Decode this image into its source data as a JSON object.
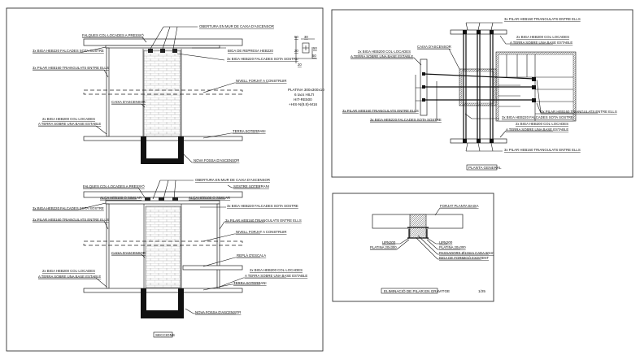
{
  "sections_view": {
    "title": "SECCIONS",
    "top": {
      "opening": "OBERTURA EN MUR DE CAIXA D'ASCENSOR",
      "wedges": "FALQUES COL·LOCADES A PRESSIÓ",
      "beam_left": "3x BIGA HEB220 FALCADES SOTA SOSTRE",
      "support_beam": "BIGA DE REPRESA HEB220",
      "beam_right": "3x BIGA HEB220 FALCADES SOTA SOSTRE",
      "pillar_left": "3x PILAR HEB160 TRIANGULATS ENTRE ELLS",
      "floor_level": "NIVELL FORJAT A CONSTRUIR",
      "shaft": "CAIXA D'ASCENSOR",
      "base_beam_1": "2x BIGA HEB200 COL·LOCADES",
      "base_beam_2": "A TERRA SOBRE UNA BASE ESTABLE",
      "ground": "TERRA SOTERRANI",
      "pit": "NOVA FOSSA D'ASCENSOR",
      "detail": {
        "plate": "PLATINA 300x300x10",
        "anchors": "6 tacs HILTI",
        "resin": "HIT-RE500",
        "bolts": "+HIS-N(8.8)-M16",
        "dims": [
          "50",
          "30",
          "50",
          "20",
          "50",
          "20"
        ]
      }
    },
    "bottom": {
      "opening": "OBERTURA EN MUR DE CAIXA D'ASCENSOR",
      "ceiling": "SOSTRE SOTERRANI",
      "wedges": "FALQUES COL·LOCADES A PRESSIÓ",
      "lift_left": "ALÇA HEB100 O SIMILAR",
      "lift_right": "ALÇA HEB100 O SIMILAR",
      "beam_left": "3x BIGA HEB220 FALCADES SOTA SOSTRE",
      "beam_right": "3x BIGA HEB220 FALCADES SOTA SOSTRE",
      "pillar_left": "3x PILAR HEB160 TRIANGULATS ENTRE ELLS",
      "pillar_right": "3x PILAR HEB160 TRIANGULATS ENTRE ELLS",
      "floor_level": "NIVELL FORJAT A CONSTRUIR",
      "shaft": "CAIXA D'ASCENSOR",
      "landing": "REPLÀ D'ESCALA",
      "base_left_1": "2x BIGA HEB200 COL·LOCADES",
      "base_left_2": "A TERRA SOBRE UNA BASE ESTABLE",
      "base_right_1": "2x BIGA HEB200 COL·LOCADES",
      "base_right_2": "A TERRA SOBRE UNA BASE ESTABLE",
      "ground": "TERRA SOTERRANI",
      "pit": "NOVA FOSSA D'ASCENSOR"
    }
  },
  "plan_view": {
    "title": "PLANTA GENERAL",
    "pillar_top": "3x PILAR HEB160 TRIANGULATS ENTRE ELLS",
    "base_top_1": "2x BIGA HEB200 COL·LOCADES",
    "base_top_2": "A TERRA SOBRE UNA BASE ESTABLE",
    "shaft": "CAIXA D'ASCENSOR",
    "base_left_1": "2x BIGA HEB200 COL·LOCADES",
    "base_left_2": "A TERRA SOBRE UNA BASE ESTABLE",
    "pillar_left": "3x PILAR HEB160 TRIANGULATS ENTRE ELLS",
    "pillar_right": "3x PILAR HEB160 TRIANGULATS ENTRE ELLS",
    "beam_left": "3x BIGA HEB220 FALCADES SOTA SOSTRE",
    "beam_right": "3x BIGA HEB220 FALCADES SOTA SOSTRE",
    "base_bottom_1": "2x BIGA HEB200 COL·LOCADES",
    "base_bottom_2": "A TERRA SOBRE UNA BASE ESTABLE",
    "pillar_bottom": "3x PILAR HEB160 TRIANGULATS ENTRE ELLS"
  },
  "detail_view": {
    "title": "ELIMINACIÓ DE PILAR EN GRAVITGE",
    "scale": "1/25",
    "slab": "FORJAT PLANTA BAIXA",
    "upn_left": "UPN300",
    "plate_left": "PLATINA 20x300",
    "upn_right": "UPN300",
    "plate_right": "PLATINA 20x300",
    "pins": "PASSADORS Ø12mm CADA 60cm",
    "beam": "BIGA DE FORMIGÓ EXISTENT"
  }
}
